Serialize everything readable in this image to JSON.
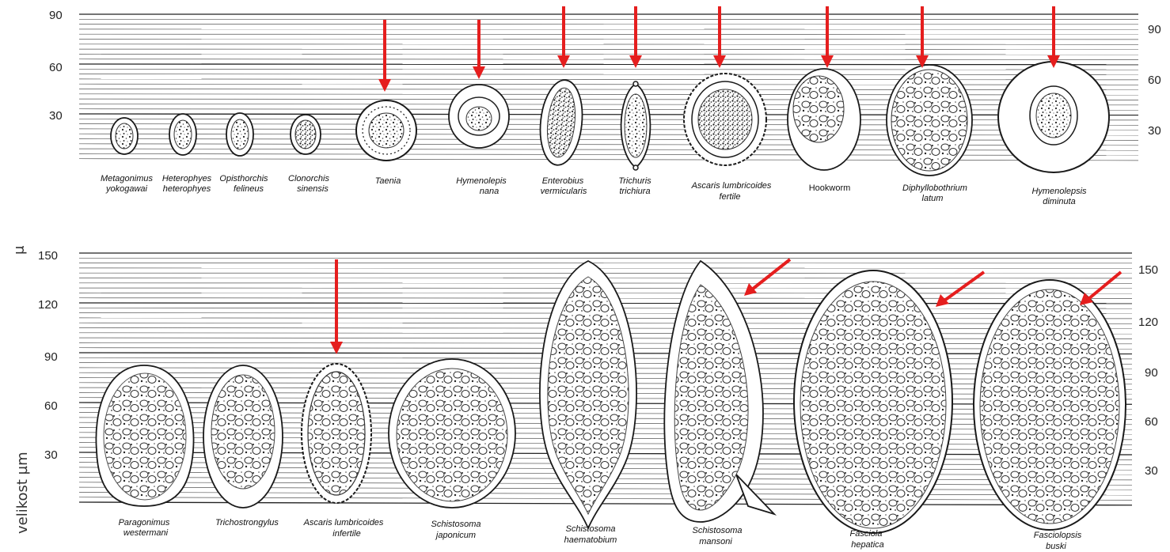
{
  "axis": {
    "unit_label": "velikost µm",
    "unit_symbol": "μ",
    "top_ticks_left": [
      "90",
      "60",
      "30"
    ],
    "top_ticks_right": [
      "90",
      "60",
      "30"
    ],
    "bottom_ticks_left": [
      "150",
      "120",
      "90",
      "60",
      "30"
    ],
    "bottom_ticks_right": [
      "150",
      "120",
      "90",
      "60",
      "30"
    ]
  },
  "top_row": [
    {
      "line1": "Metagonimus",
      "line2": "yokogawai",
      "italic": true,
      "arrow": false
    },
    {
      "line1": "Heterophyes",
      "line2": "heterophyes",
      "italic": true,
      "arrow": false
    },
    {
      "line1": "Opisthorchis",
      "line2": "felineus",
      "italic": true,
      "arrow": false
    },
    {
      "line1": "Clonorchis",
      "line2": "sinensis",
      "italic": true,
      "arrow": false
    },
    {
      "line1": "Taenia",
      "line2": "",
      "italic": true,
      "arrow": true
    },
    {
      "line1": "Hymenolepis",
      "line2": "nana",
      "italic": true,
      "arrow": true
    },
    {
      "line1": "Enterobius",
      "line2": "vermicularis",
      "italic": true,
      "arrow": true
    },
    {
      "line1": "Trichuris",
      "line2": "trichiura",
      "italic": true,
      "arrow": true
    },
    {
      "line1": "Ascaris lumbricoides",
      "line2": "fertile",
      "italic": true,
      "arrow": true
    },
    {
      "line1": "Hookworm",
      "line2": "",
      "italic": false,
      "arrow": true
    },
    {
      "line1": "Diphyllobothrium",
      "line2": "latum",
      "italic": true,
      "arrow": true
    },
    {
      "line1": "Hymenolepsis",
      "line2": "diminuta",
      "italic": true,
      "arrow": true
    }
  ],
  "bottom_row": [
    {
      "line1": "Paragonimus",
      "line2": "westermani",
      "arrow": false
    },
    {
      "line1": "Trichostrongylus",
      "line2": "",
      "arrow": false
    },
    {
      "line1": "Ascaris lumbricoides",
      "line2": "infertile",
      "arrow": true
    },
    {
      "line1": "Schistosoma",
      "line2": "japonicum",
      "arrow": false
    },
    {
      "line1": "Schistosoma",
      "line2": "haematobium",
      "arrow": false
    },
    {
      "line1": "Schistosoma",
      "line2": "mansoni",
      "arrow": true
    },
    {
      "line1": "Fasciola",
      "line2": "hepatica",
      "arrow": true
    },
    {
      "line1": "Fasciolopsis",
      "line2": "buski",
      "arrow": true
    }
  ],
  "colors": {
    "arrow": "#e51e1e",
    "ink": "#1a1a1a",
    "rule": "#4a4a4a"
  }
}
